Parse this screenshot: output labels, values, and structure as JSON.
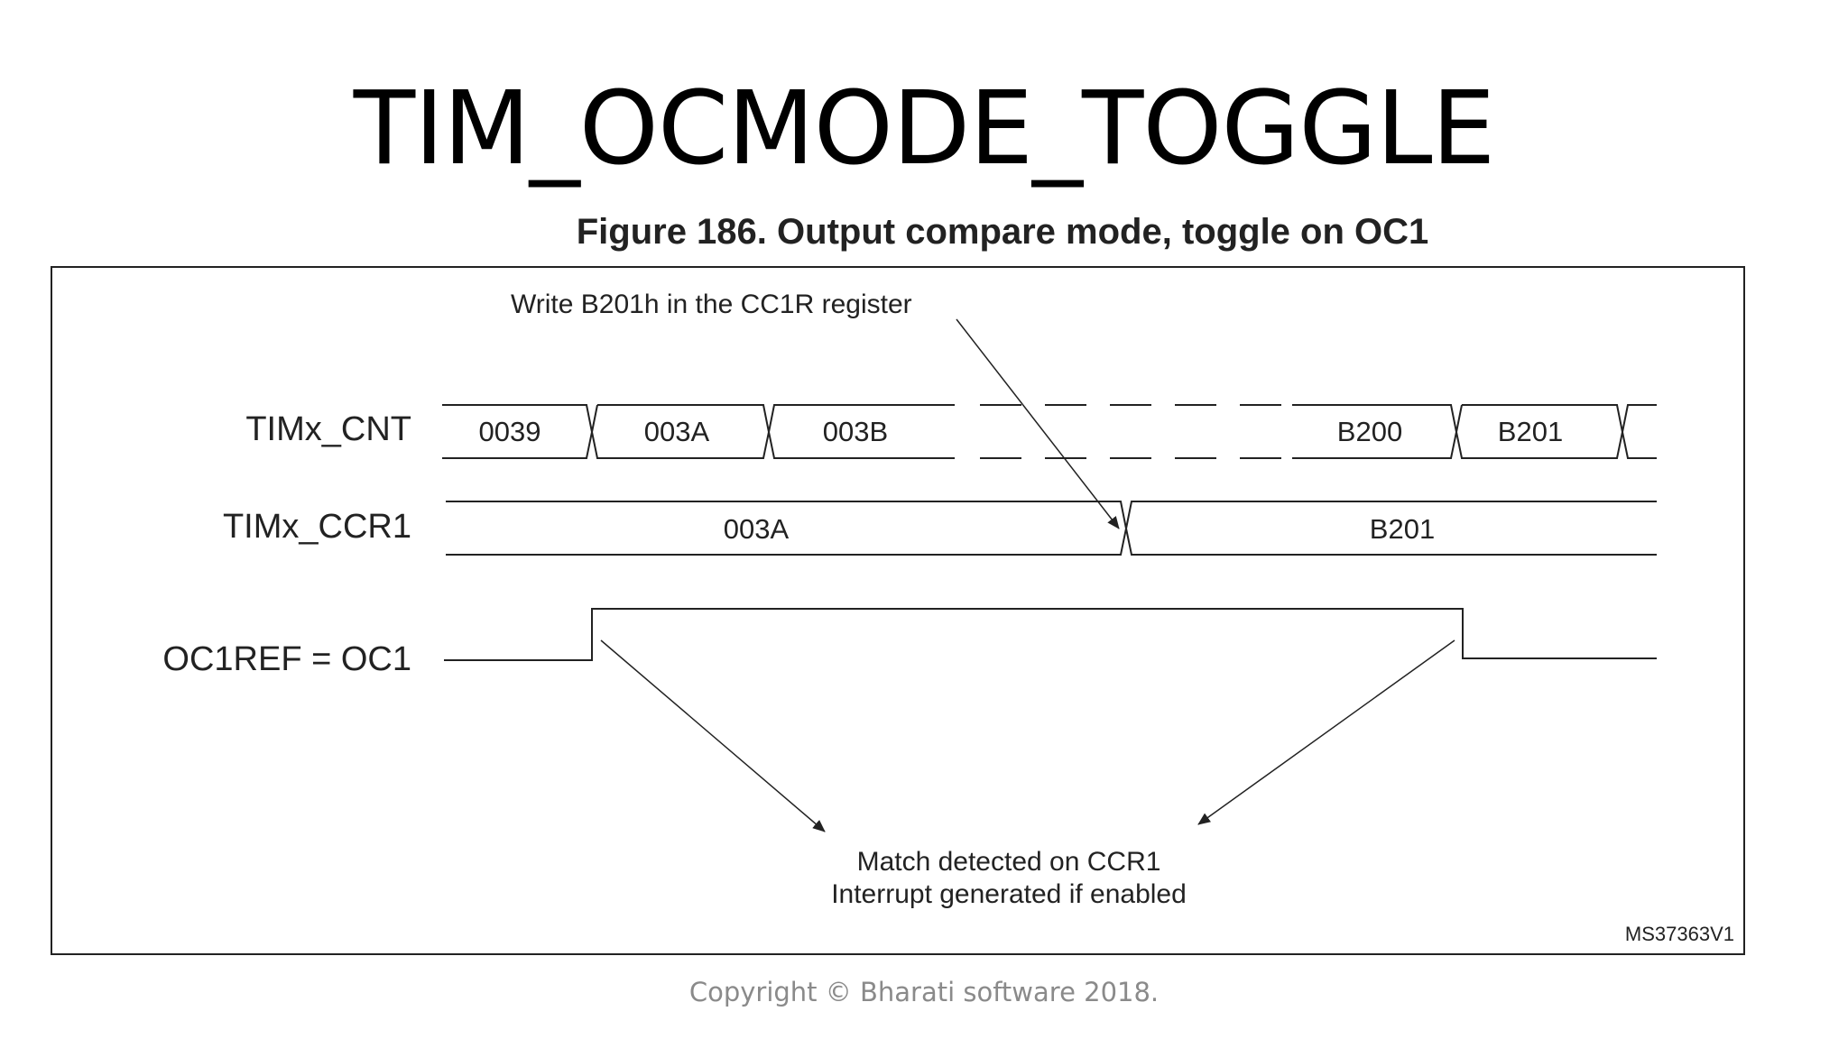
{
  "slide": {
    "title": "TIM_OCMODE_TOGGLE",
    "copyright": "Copyright © Bharati software 2018."
  },
  "figure": {
    "caption": "Figure 186. Output compare mode, toggle on OC1",
    "annotation_write": "Write B201h in the CC1R register",
    "annotation_match_line1": "Match detected on CCR1",
    "annotation_match_line2": "Interrupt generated if enabled",
    "ref_code": "MS37363V1",
    "signals": {
      "cnt": {
        "label": "TIMx_CNT",
        "values": [
          "0039",
          "003A",
          "003B",
          "B200",
          "B201"
        ]
      },
      "ccr1": {
        "label": "TIMx_CCR1",
        "values": [
          "003A",
          "B201"
        ]
      },
      "oc1": {
        "label": "OC1REF = OC1",
        "levels": [
          "low",
          "high",
          "low"
        ]
      }
    }
  }
}
